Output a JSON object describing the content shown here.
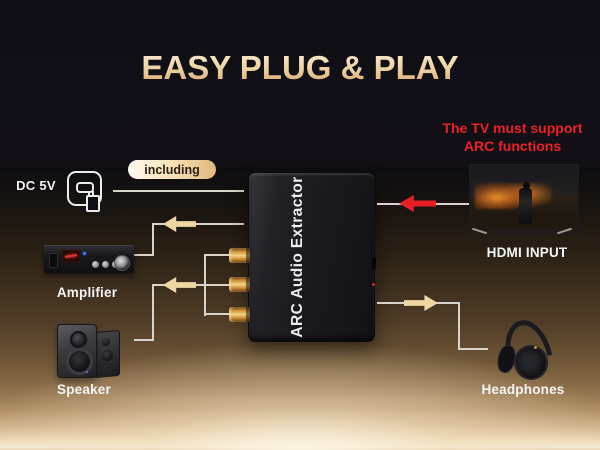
{
  "title": "EASY PLUG & PLAY",
  "badge": {
    "label": "including"
  },
  "warning": {
    "line1": "The TV must support",
    "line2": "ARC functions"
  },
  "device": {
    "label": "ARC Audio Extractor"
  },
  "nodes": {
    "power": {
      "label": "DC 5V"
    },
    "amplifier": {
      "label": "Amplifier"
    },
    "speaker": {
      "label": "Speaker"
    },
    "tv": {
      "label": "HDMI INPUT"
    },
    "headphones": {
      "label": "Headphones"
    }
  },
  "colors": {
    "warning_red": "#ec2027",
    "arrow_red": "#e81f27",
    "arrow_tan": "#edd8a5",
    "title_gold": "#ecd0a0",
    "line_gray": "#d8d4cb",
    "rca_gold": "#e9b95f",
    "background_top": "#0e0d12",
    "background_glow": "#f7ecd8"
  }
}
